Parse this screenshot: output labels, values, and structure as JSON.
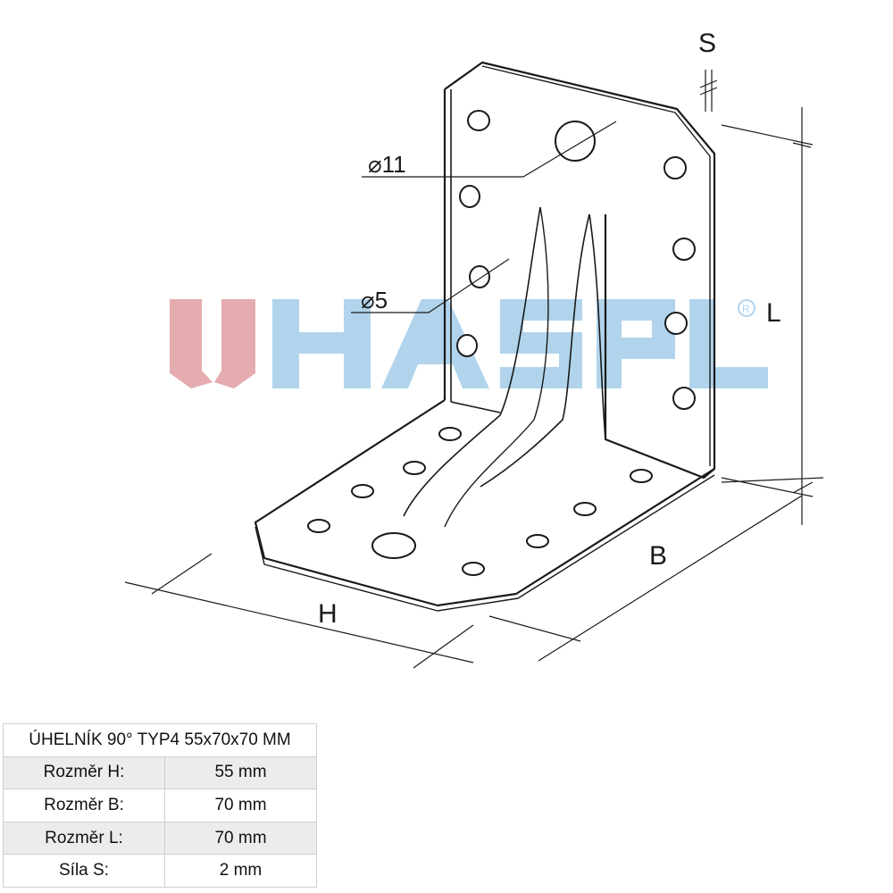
{
  "drawing": {
    "logo_text": "HASPL",
    "logo_colors": {
      "mark": "#e2a4a6",
      "text": "#a9d0ea"
    },
    "line_color": "#1a1a1a",
    "dimensions": {
      "s": "S",
      "l": "L",
      "b": "B",
      "h": "H",
      "d11": "⌀11",
      "d5": "⌀5"
    }
  },
  "spec_table": {
    "title": "ÚHELNÍK 90° TYP4 55x70x70 MM",
    "rows": [
      {
        "label": "Rozměr H:",
        "value": "55 mm"
      },
      {
        "label": "Rozměr B:",
        "value": "70 mm"
      },
      {
        "label": "Rozměr L:",
        "value": "70 mm"
      },
      {
        "label": "Síla S:",
        "value": "2 mm"
      }
    ]
  }
}
